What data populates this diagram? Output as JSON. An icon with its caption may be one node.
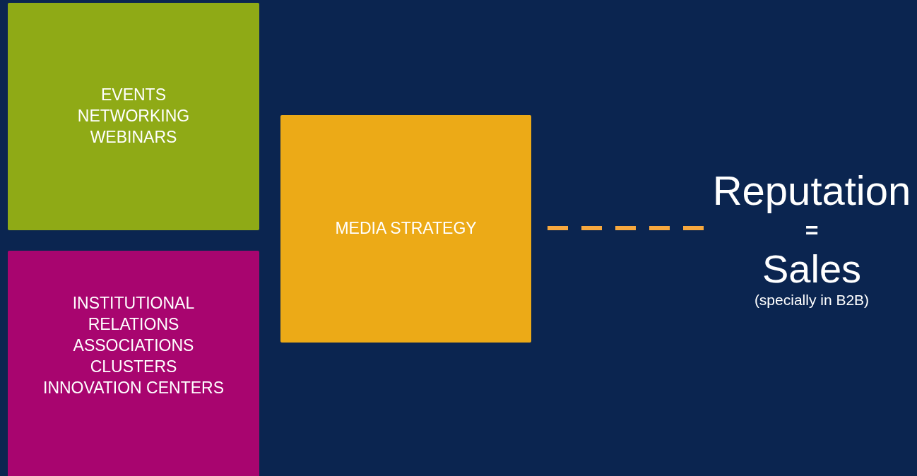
{
  "diagram": {
    "nodes": [
      {
        "text": [
          "EVENTS",
          "NETWORKING",
          "WEBINARS"
        ]
      },
      {
        "text": [
          "INSTITUTIONAL",
          "RELATIONS",
          "ASSOCIATIONS",
          "CLUSTERS",
          "INNOVATION CENTERS"
        ]
      },
      {
        "text": [
          "MEDIA STRATEGY"
        ]
      },
      {
        "text": [
          "Reputation",
          "=",
          "Sales",
          "(specially in B2B)"
        ]
      }
    ],
    "edges": [
      {
        "from": 2,
        "to": 3,
        "arrow": "none",
        "style": "dashed",
        "color": "#f7a83e"
      }
    ]
  }
}
